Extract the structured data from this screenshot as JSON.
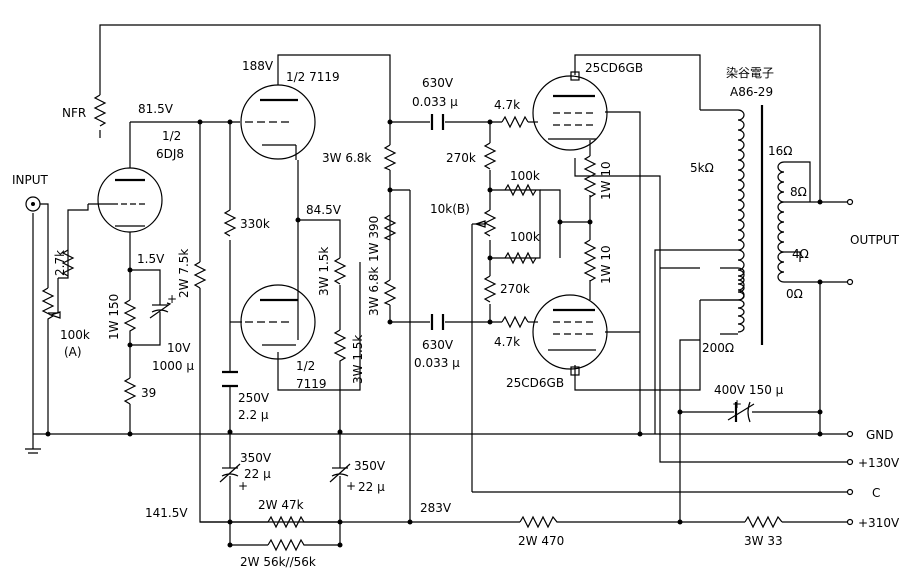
{
  "labels": {
    "nfr": "NFR",
    "input": "INPUT",
    "output": "OUTPUT",
    "gnd": "GND",
    "plus130": "+130V",
    "c": "C",
    "plus310": "+310V",
    "maker": "染谷電子",
    "model": "A86-29",
    "v81_5": "81.5V",
    "v188": "188V",
    "v84_5": "84.5V",
    "v1_5": "1.5V",
    "v141_5": "141.5V",
    "v283": "283V",
    "tube1_a": "1/2",
    "tube1_b": "6DJ8",
    "tube2_top": "1/2 7119",
    "tube3_a": "1/2",
    "tube3_b": "7119",
    "tube4": "25CD6GB",
    "tube5": "25CD6GB",
    "r_2_7k": "2.7k",
    "r_vol_a": "100k",
    "r_vol_b": "(A)",
    "r_150": "1W 150",
    "r_39": "39",
    "c_10v": "10V",
    "c_1000u": "1000 μ",
    "r_7_5k": "2W 7.5k",
    "r_330k": "330k",
    "c_250v": "250V",
    "c_2_2u": "2.2 μ",
    "r_6_8k_a": "3W 6.8k",
    "r_390": "1W 390",
    "r_6_8k_b": "3W 6.8k",
    "r_1_5k_a": "3W 1.5k",
    "r_1_5k_b": "3W 1.5k",
    "c_630v_a": "630V",
    "c_033_a": "0.033 μ",
    "c_630v_b": "630V",
    "c_033_b": "0.033 μ",
    "r_270k_a": "270k",
    "r_270k_b": "270k",
    "r_100k_a": "100k",
    "r_100k_b": "100k",
    "r_10kb": "10k(B)",
    "r_4_7k_a": "4.7k",
    "r_4_7k_b": "4.7k",
    "r_10_a": "1W 10",
    "r_10_b": "1W 10",
    "t_5k": "5kΩ",
    "t_200": "200Ω",
    "t_16": "16Ω",
    "t_8": "8Ω",
    "t_4": "4Ω",
    "t_0": "0Ω",
    "c_400v": "400V 150 μ",
    "c_350v_a": "350V",
    "c_22u_a": "22 μ",
    "c_350v_b": "350V",
    "c_22u_b": "22 μ",
    "r_47k": "2W 47k",
    "r_56k": "2W 56k//56k",
    "r_470": "2W 470",
    "r_33": "3W 33"
  }
}
